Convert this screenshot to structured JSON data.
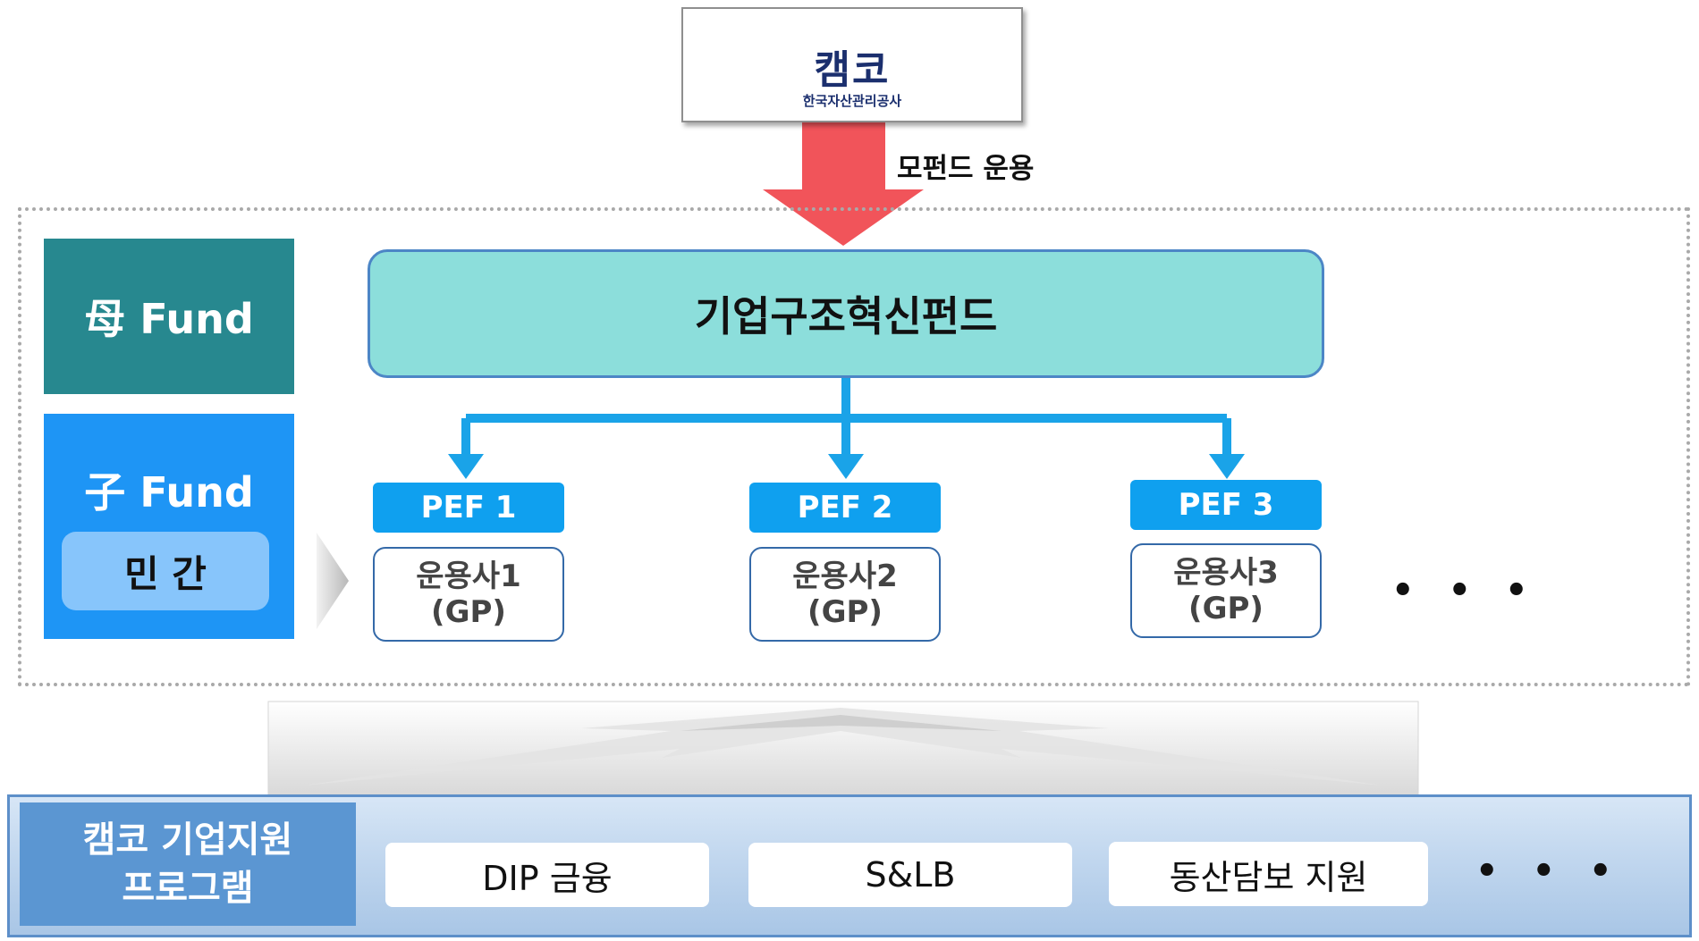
{
  "logo": {
    "name": "캠코",
    "subtitle": "한국자산관리공사"
  },
  "arrow_label": "모펀드 운용",
  "mother_fund_label": "母 Fund",
  "child_fund": {
    "label": "子 Fund",
    "private": "민 간"
  },
  "main_fund": "기업구조혁신펀드",
  "pefs": [
    {
      "name": "PEF  1",
      "gp_name": "운용사1",
      "gp_role": "(GP)"
    },
    {
      "name": "PEF  2",
      "gp_name": "운용사2",
      "gp_role": "(GP)"
    },
    {
      "name": "PEF  3",
      "gp_name": "운용사3",
      "gp_role": "(GP)"
    }
  ],
  "pef_more": "• • •",
  "program": {
    "title_line1": "캠코 기업지원",
    "title_line2": "프로그램",
    "items": [
      "DIP 금융",
      "S&LB",
      "동산담보 지원"
    ],
    "more": "• • •"
  },
  "colors": {
    "mother_fund": "#27888f",
    "child_fund": "#1e95f5",
    "main_fund": "#8cdedb",
    "pef_head": "#0fa0ef",
    "arrow": "#f1545a",
    "connector": "#1aa3e8",
    "program_title": "#5b96d2"
  }
}
